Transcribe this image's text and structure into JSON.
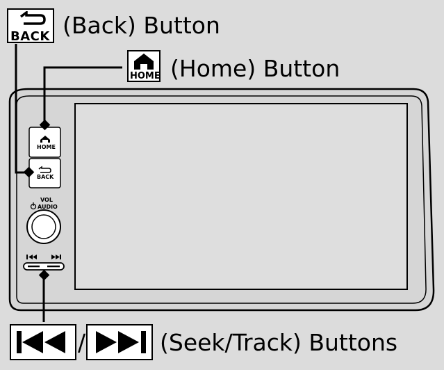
{
  "labels": {
    "back_icon_text": "BACK",
    "back_caption": "(Back) Button",
    "home_icon_text": "HOME",
    "home_caption": "(Home) Button",
    "seek_separator": "/",
    "seek_caption": "(Seek/Track) Buttons"
  },
  "panel": {
    "home_text": "HOME",
    "back_text": "BACK",
    "vol_text": "VOL",
    "audio_text": "AUDIO"
  },
  "icons": {
    "back": "back-arrow-icon",
    "home": "house-icon",
    "power": "power-icon",
    "seek_prev": "skip-back-icon",
    "seek_next": "skip-forward-icon"
  },
  "colors": {
    "background": "#dcdcdc",
    "unit_fill": "#d6d6d6",
    "screen_fill": "#dedede",
    "stroke": "#000000"
  }
}
